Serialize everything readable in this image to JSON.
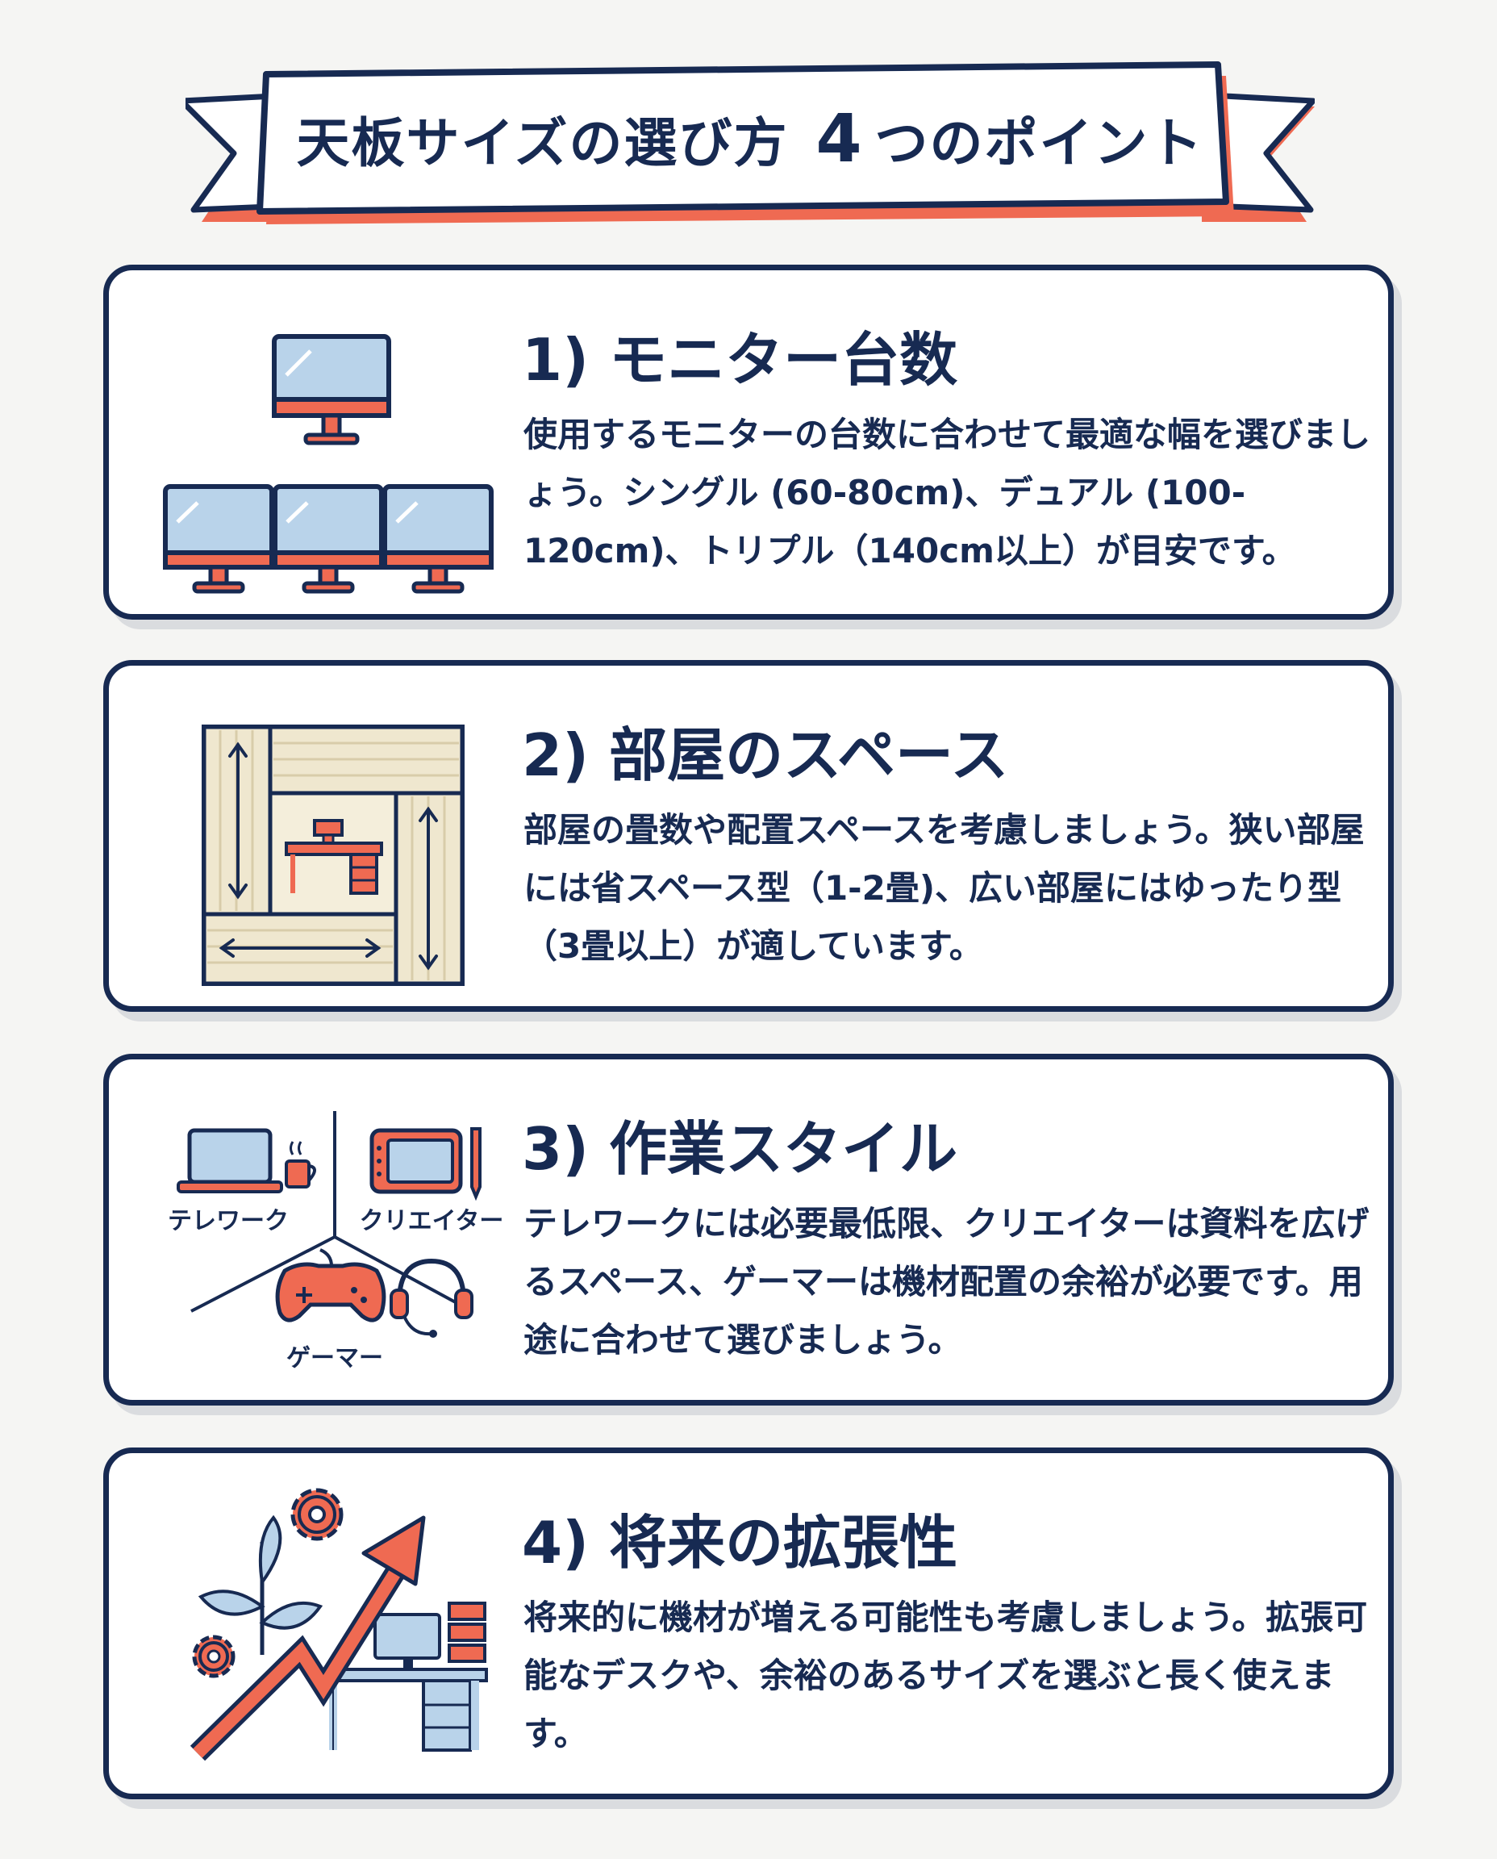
{
  "header": {
    "title_main": "天板サイズの選び方",
    "title_num": "4",
    "title_suffix": "つのポイント"
  },
  "colors": {
    "navy": "#172a52",
    "accent": "#ef6a52",
    "screen": "#b9d3ea",
    "tatami": "#efe7cf"
  },
  "points": [
    {
      "title": "1) モニター台数",
      "body": "使用するモニターの台数に合わせて最適な幅を選びましょう。シングル (60-80cm)、デュアル (100-120cm)、トリプル（140cm以上）が目安です。",
      "icons": [
        "single-monitor-icon",
        "triple-monitor-icon"
      ]
    },
    {
      "title": "2) 部屋のスペース",
      "body": "部屋の畳数や配置スペースを考慮しましょう。狭い部屋には省スペース型（1-2畳)、広い部屋にはゆったり型（3畳以上）が適しています。",
      "icons": [
        "tatami-room-icon",
        "desk-icon"
      ]
    },
    {
      "title": "3) 作業スタイル",
      "body": "テレワークには必要最低限、クリエイターは資料を広げるスペース、ゲーマーは機材配置の余裕が必要です。用途に合わせて選びましょう。",
      "labels": [
        "テレワーク",
        "クリエイター",
        "ゲーマー"
      ],
      "icons": [
        "laptop-icon",
        "mug-icon",
        "pen-tablet-icon",
        "gamepad-icon",
        "headset-icon"
      ]
    },
    {
      "title": "4) 将来の拡張性",
      "body": "将来的に機材が増える可能性も考慮しましょう。拡張可能なデスクや、余裕のあるサイズを選ぶと長く使えます。",
      "icons": [
        "growth-arrow-icon",
        "gear-icon",
        "plant-icon",
        "desk-setup-icon"
      ]
    }
  ]
}
